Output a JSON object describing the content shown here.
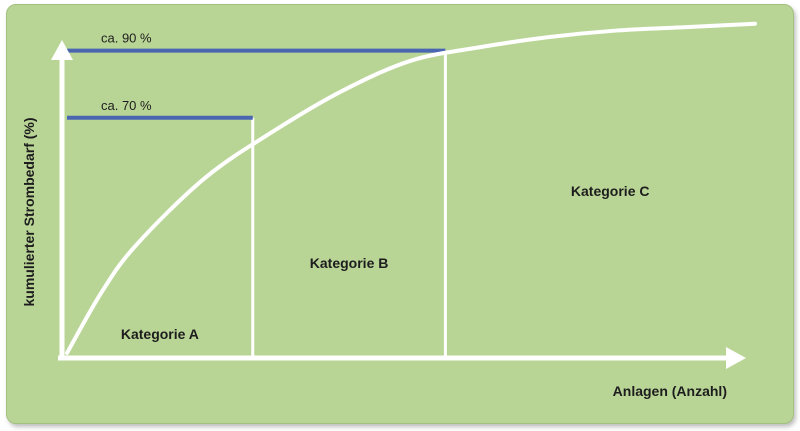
{
  "chart_data": {
    "type": "line",
    "xlabel": "Anlagen (Anzahl)",
    "ylabel": "kumulierter Strombedarf (%)",
    "ylim": [
      0,
      100
    ],
    "xlim": [
      0,
      100
    ],
    "curve": {
      "x": [
        0,
        5,
        10,
        20,
        30,
        40,
        50,
        60,
        70,
        80,
        90,
        100
      ],
      "y": [
        0,
        18,
        32,
        52,
        66,
        78,
        87,
        91,
        94,
        96,
        97,
        98
      ]
    },
    "reference_lines": [
      {
        "label": "ca. 70 %",
        "y": 70,
        "x_end": 27
      },
      {
        "label": "ca. 90 %",
        "y": 90,
        "x_end": 55
      }
    ],
    "regions": [
      {
        "label": "Kategorie A",
        "x_start": 0,
        "x_end": 27
      },
      {
        "label": "Kategorie B",
        "x_start": 27,
        "x_end": 55
      },
      {
        "label": "Kategorie C",
        "x_start": 55,
        "x_end": 100
      }
    ],
    "colors": {
      "background": "#b9d596",
      "curve": "#ffffff",
      "reference_line": "#4a66b0",
      "axis": "#ffffff"
    }
  }
}
